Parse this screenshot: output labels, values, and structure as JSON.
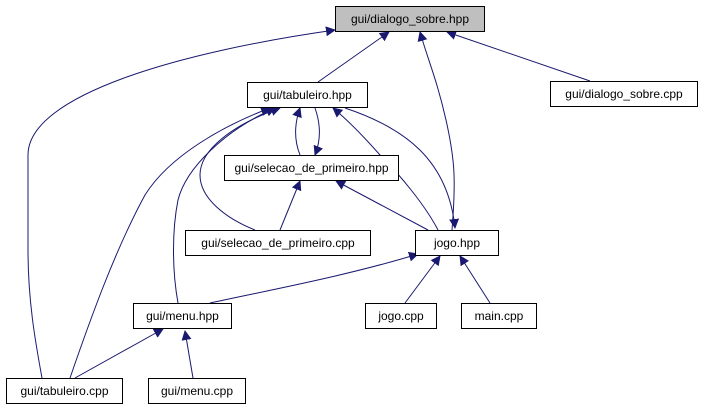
{
  "colors": {
    "edge": "#191970",
    "node_border": "#000000",
    "root_fill": "#bfbfbf",
    "node_fill": "#ffffff"
  },
  "nodes": {
    "dialogo_sobre_hpp": "gui/dialogo_sobre.hpp",
    "tabuleiro_hpp": "gui/tabuleiro.hpp",
    "dialogo_sobre_cpp": "gui/dialogo_sobre.cpp",
    "selecao_hpp": "gui/selecao_de_primeiro.hpp",
    "selecao_cpp": "gui/selecao_de_primeiro.cpp",
    "jogo_hpp": "jogo.hpp",
    "menu_hpp": "gui/menu.hpp",
    "jogo_cpp": "jogo.cpp",
    "main_cpp": "main.cpp",
    "tabuleiro_cpp": "gui/tabuleiro.cpp",
    "menu_cpp": "gui/menu.cpp"
  }
}
